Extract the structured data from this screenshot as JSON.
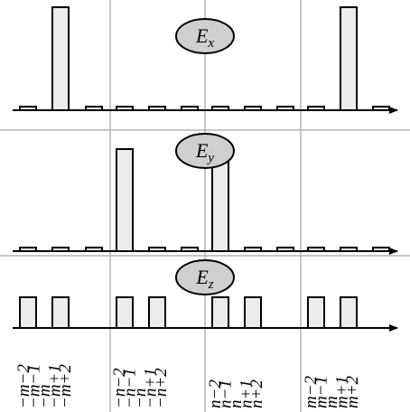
{
  "panels": [
    {
      "label_main": "E",
      "label_sub": "x",
      "bars": [
        0.2,
        1.0,
        0.2,
        0.2,
        0.2,
        0.2,
        0.2,
        0.2,
        0.2,
        0.2,
        1.0,
        0.2
      ]
    },
    {
      "label_main": "E",
      "label_sub": "y",
      "bars": [
        0.2,
        0.2,
        0.2,
        1.0,
        0.2,
        0.2,
        1.0,
        0.2,
        0.2,
        0.2,
        0.2,
        0.2
      ]
    },
    {
      "label_main": "E",
      "label_sub": "z",
      "bars": [
        1,
        1,
        0,
        1,
        1,
        0,
        1,
        1,
        0,
        1,
        1,
        0
      ]
    }
  ],
  "tick_groups": [
    [
      "−m−2",
      "−m−1",
      "−m",
      "−m+1",
      "−m+2"
    ],
    [
      "−n−2",
      "−n−1",
      "−n",
      "−n+1",
      "−n+2"
    ],
    [
      "n−2",
      "n−1",
      "n",
      "n+1",
      "n+2"
    ],
    [
      "m−2",
      "m−1",
      "m",
      "m+1",
      "m+2"
    ]
  ],
  "colors": {
    "bar_fill": "#ececec",
    "stroke": "#000000",
    "divider": "#b4b4b4",
    "label_fill": "#cfcfcf"
  }
}
